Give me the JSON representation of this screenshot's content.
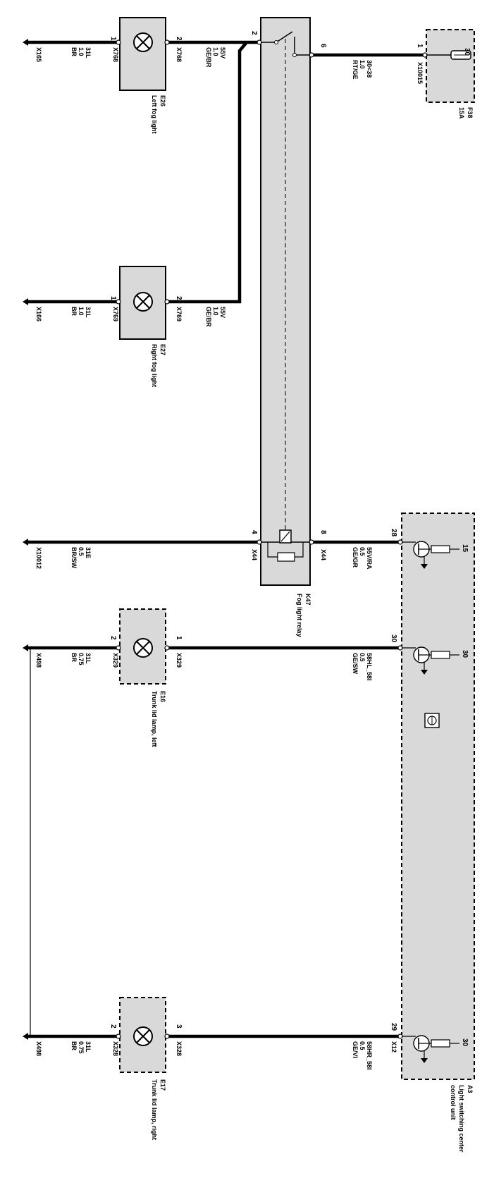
{
  "components": {
    "e26": {
      "id": "E26",
      "name": "Left fog light",
      "pin_left": "1",
      "pin_right": "2",
      "conn_left": "X768",
      "conn_right": "X768",
      "wire_gnd": [
        "31L",
        "1.0",
        "BR"
      ],
      "wire_sig": [
        "55V",
        "1.0",
        "GE/BR"
      ],
      "ground": "X165"
    },
    "e27": {
      "id": "E27",
      "name": "Right fog light",
      "pin_left": "1",
      "pin_right": "2",
      "conn_left": "X769",
      "conn_right": "X769",
      "wire_gnd": [
        "31L",
        "1.0",
        "BR"
      ],
      "wire_sig": [
        "55V",
        "1.0",
        "GE/BR"
      ],
      "ground": "X166"
    },
    "k47": {
      "id": "K47",
      "name": "Fog light relay",
      "pin_2": "2",
      "pin_6": "6",
      "pin_4": "4",
      "pin_8": "8",
      "conn_4": "X44",
      "conn_8": "X44"
    },
    "f38": {
      "id": "F38",
      "rating": "15A",
      "pin_1": "1",
      "pin_30": "30",
      "conn": "X10015",
      "wire": [
        "30<38",
        "1.0",
        "RT/GE"
      ]
    },
    "e16": {
      "id": "E16",
      "name": "Trunk lid lamp, left",
      "pin_left": "2",
      "pin_right": "1",
      "conn_left": "X329",
      "conn_right": "X329",
      "wire_gnd": [
        "31L",
        "0.75",
        "BR"
      ],
      "wire_sig": [
        "58HL_58I",
        "0.5",
        "GE/SW"
      ],
      "ground": "X498"
    },
    "e17": {
      "id": "E17",
      "name": "Trunk lid lamp, right",
      "pin_left": "2",
      "pin_right": "3",
      "conn_left": "X328",
      "conn_right": "X328",
      "wire_gnd": [
        "31L",
        "0.75",
        "BR"
      ],
      "wire_sig": [
        "58HR_58I",
        "0.5",
        "GE/VI"
      ],
      "ground": "X498"
    },
    "a3": {
      "id": "A3",
      "name_1": "Light switching center",
      "name_2": "control unit",
      "pin_28": "28",
      "pin_30": "30",
      "pin_29": "29",
      "conn_29": "X12",
      "t1_label": "15",
      "t2_label": "30",
      "t3_label": "30"
    },
    "k47_wire": {
      "gnd": [
        "31E",
        "0.5",
        "BR/SW"
      ],
      "ground": "X10012",
      "sig": [
        "55V/RA",
        "0.5",
        "GE/GR"
      ]
    }
  }
}
